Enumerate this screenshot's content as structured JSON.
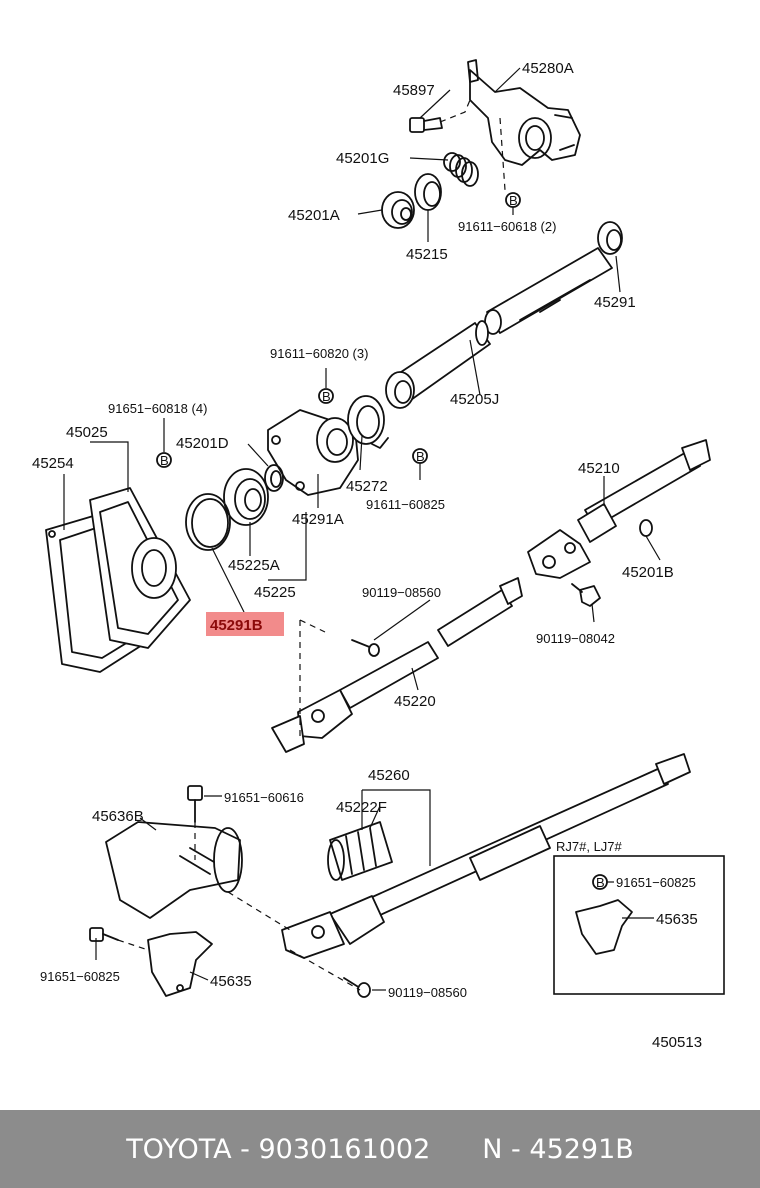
{
  "labels": {
    "p45280a": "45280A",
    "p45897": "45897",
    "p45201g": "45201G",
    "p45201a": "45201A",
    "p91611_60618": "91611−60618 (2)",
    "p45215": "45215",
    "p45291": "45291",
    "p91611_60820": "91611−60820 (3)",
    "p45205j": "45205J",
    "p91651_60818": "91651−60818 (4)",
    "p45025": "45025",
    "p45201d": "45201D",
    "p45254": "45254",
    "p45272": "45272",
    "p91611_60825": "91611−60825",
    "p45291a": "45291A",
    "p45210": "45210",
    "p45225a": "45225A",
    "p45225": "45225",
    "p45201b": "45201B",
    "p90119_08560_top": "90119−08560",
    "p45291b": "45291B",
    "p90119_08042": "90119−08042",
    "p45220": "45220",
    "p45260": "45260",
    "p91651_60616": "91651−60616",
    "p45636b": "45636B",
    "p45222f": "45222F",
    "inset_title": "RJ7#, LJ7#",
    "p91651_60825_inset": "91651−60825",
    "p45635_inset": "45635",
    "p91651_60825_bottom": "91651−60825",
    "p45635_bottom": "45635",
    "p90119_08560_bottom": "90119−08560",
    "diagram_number": "450513"
  },
  "bolt_mark": "B",
  "highlight_color": "#f28b8b",
  "footer": {
    "part_info": "TOYOTA - 9030161002",
    "ref_info": "N - 45291B"
  }
}
